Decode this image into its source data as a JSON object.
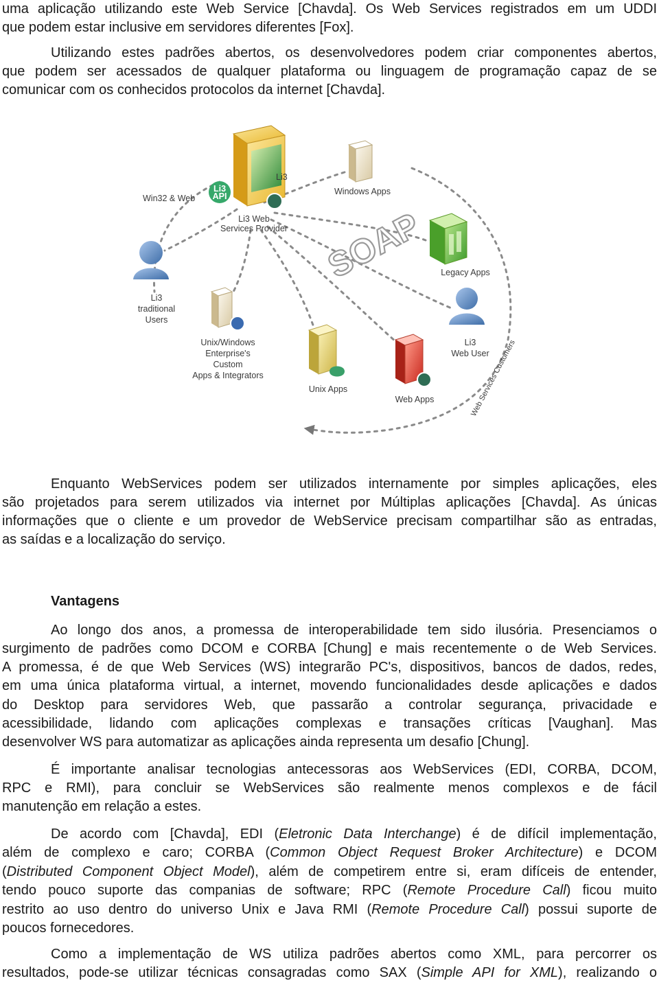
{
  "intro": [
    "uma aplicação utilizando este Web Service [Chavda]. Os Web Services registrados em um UDDI",
    "que podem estar inclusive em servidores diferentes [Fox]."
  ],
  "para_open_standards": [
    "Utilizando estes padrões abertos, os desenvolvedores podem criar componentes abertos,",
    "que podem ser acessados de qualquer plataforma ou linguagem de programação capaz de se",
    "comunicar com os conhecidos protocolos da internet [Chavda]."
  ],
  "diagram": {
    "soap_label": "SOAP",
    "customers_label": "Web Services Customers",
    "provider": [
      "Li3 Web",
      "Services Provider"
    ],
    "api_badge": [
      "Li3",
      "API"
    ],
    "li3_mark": "Li3",
    "win32": "Win32 & Web",
    "windows_apps": "Windows Apps",
    "legacy_apps": "Legacy Apps",
    "traditional_users": [
      "Li3",
      "traditional",
      "Users"
    ],
    "web_user": [
      "Li3",
      "Web User"
    ],
    "unix_windows": [
      "Unix/Windows",
      "Enterprise's",
      "Custom",
      "Apps & Integrators"
    ],
    "unix_apps": "Unix Apps",
    "web_apps": "Web Apps",
    "colors": {
      "provider_top": "#f0c840",
      "provider_body": "#e8a820",
      "screen": "#3a8a3a",
      "legacy": "#6cbc3c",
      "web_apps": "#e04a3a",
      "unix_apps": "#e8d060",
      "windows_apps": "#eee4c8",
      "user": "#5a86c0"
    }
  },
  "para_webservices": [
    "Enquanto WebServices podem ser utilizados internamente por simples aplicações, eles",
    "são projetados para serem utilizados via internet por Múltiplas aplicações [Chavda]. As únicas",
    "informações que o cliente e um provedor de WebService precisam compartilhar são as entradas,",
    "as saídas e a localização do serviço."
  ],
  "heading": "Vantagens",
  "para_vantagens": [
    "Ao longo dos anos, a promessa de interoperabilidade tem sido ilusória. Presenciamos o",
    "surgimento de padrões como DCOM e CORBA [Chung] e mais recentemente o de Web Services.",
    "A promessa, é de que Web Services (WS) integrarão PC's, dispositivos, bancos de dados, redes,",
    "em uma única plataforma virtual, a internet, movendo funcionalidades desde aplicações e dados",
    "do Desktop para servidores Web, que passarão a controlar segurança, privacidade e",
    "acessibilidade, lidando com aplicações complexas e transações críticas [Vaughan]. Mas",
    "desenvolver WS  para automatizar as aplicações ainda representa um desafio [Chung]."
  ],
  "para_analisar": [
    "É importante analisar tecnologias antecessoras aos WebServices (EDI, CORBA, DCOM,",
    "RPC e RMI), para concluir se WebServices são realmente menos complexos e de fácil",
    "manutenção em relação a estes."
  ],
  "para_chavda": {
    "l1_a": "De acordo com [Chavda], EDI (",
    "l1_em": "Eletronic Data Interchange",
    "l1_b": ") é de difícil implementação,",
    "l2_a": "além de complexo e caro; CORBA (",
    "l2_em": "Common Object Request Broker Architecture",
    "l2_b": ") e DCOM",
    "l3_a": "(",
    "l3_em": "Distributed Component Object Model",
    "l3_b": "), além de competirem entre si, eram difíceis de entender,",
    "l4_a": "tendo pouco suporte das companias de software; RPC (",
    "l4_em": "Remote Procedure Call",
    "l4_b": ") ficou muito",
    "l5_a": "restrito ao uso dentro do universo Unix e Java RMI (",
    "l5_em": "Remote Procedure Call",
    "l5_b": ") possui suporte de",
    "l6": "poucos fornecedores."
  },
  "para_xml": {
    "l1": "Como a implementação de WS utiliza padrões abertos como XML, para percorrer os",
    "l2_a": "resultados, pode-se utilizar técnicas consagradas como SAX (",
    "l2_em": "Simple API for XML",
    "l2_b": "), realizando o"
  }
}
